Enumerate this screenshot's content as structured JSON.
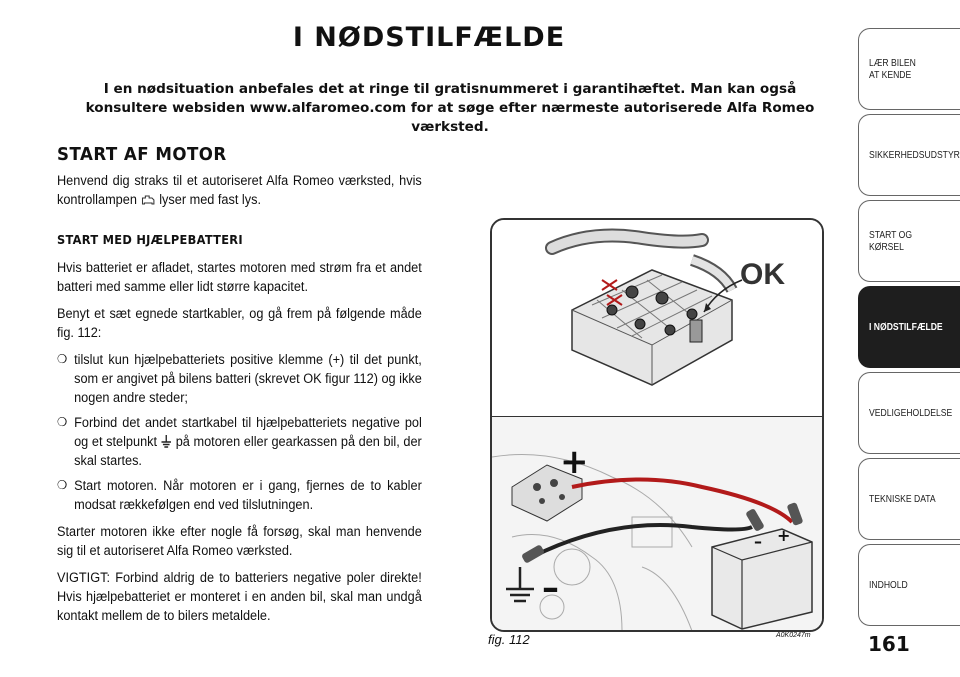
{
  "page": {
    "title": "I NØDSTILFÆLDE",
    "intro": "I en nødsituation anbefales det at ringe til gratisnummeret i garantihæftet. Man kan også konsultere websiden www.alfaromeo.com for at søge efter nærmeste autoriserede Alfa Romeo værksted.",
    "page_number": "161"
  },
  "content": {
    "section_heading": "START AF MOTOR",
    "section_text_before": "Henvend dig straks til et autoriseret Alfa Romeo værksted, hvis kon­trollampen",
    "section_text_after": "lyser med fast lys.",
    "sub_heading": "START MED HJÆLPEBATTERI",
    "para1": "Hvis batteriet er afladet, startes motoren med strøm fra et andet batteri med samme eller lidt større kapacitet.",
    "para2": "Benyt et sæt egnede startkabler, og gå frem på følgende måde fig. 112:",
    "bullet_marker": "❍",
    "bullet1": "tilslut kun hjælpebatteriets positive klemme (+) til det punkt, som er angivet på bilens batteri (skrevet OK figur 112) og ikke nogen andre steder;",
    "bullet2_before": "Forbind det andet startkabel til hjælpebatteriets negative pol og et stelpunkt",
    "bullet2_after": "på motoren eller gearkassen på den bil, der skal startes.",
    "bullet3": "Start motoren. Når motoren er i gang, fjernes de to kabler mod­sat rækkefølgen end ved tilslutningen.",
    "para3": "Starter motoren ikke efter nogle få forsøg, skal man henvende sig til et autoriseret Alfa Romeo værksted.",
    "para4": "VIGTIGT: Forbind aldrig de to batteriers negative poler direkte! Hvis hjælpebatteriet er monteret i en anden bil, skal man undgå kon­takt mellem de to bilers metaldele."
  },
  "figure": {
    "ok_label": "OK",
    "plus_label": "+",
    "minus_label": "–",
    "battery_plus": "+",
    "battery_minus": "–",
    "caption": "fig. 112",
    "code": "A0K0247m"
  },
  "sidebar": {
    "tabs": [
      {
        "label": "LÆR BILEN\nAT KENDE",
        "active": false
      },
      {
        "label": "SIKKERHEDSUDSTYR",
        "active": false
      },
      {
        "label": "START OG KØRSEL",
        "active": false
      },
      {
        "label": "I NØDSTILFÆLDE",
        "active": true
      },
      {
        "label": "VEDLIGEHOLDELSE",
        "active": false
      },
      {
        "label": "TEKNISKE DATA",
        "active": false
      },
      {
        "label": "INDHOLD",
        "active": false
      }
    ]
  },
  "colors": {
    "active_tab": "#1e1e1e",
    "text": "#111111",
    "red_cable": "#b21a1a"
  },
  "icons": {
    "warning_lamp": "engine-warning-lamp-icon",
    "ground": "ground-symbol-icon"
  }
}
